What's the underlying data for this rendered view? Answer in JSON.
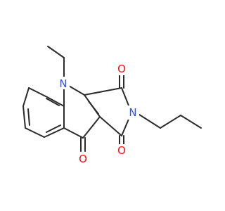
{
  "molecule": {
    "atoms": {
      "n_quinoline": "N",
      "n_imide": "N",
      "o_top": "O",
      "o_right": "O",
      "o_bottom": "O"
    },
    "colors": {
      "bond": "#2b2b2b",
      "nitrogen": "#3050f8",
      "oxygen": "#ff0d0d"
    }
  }
}
